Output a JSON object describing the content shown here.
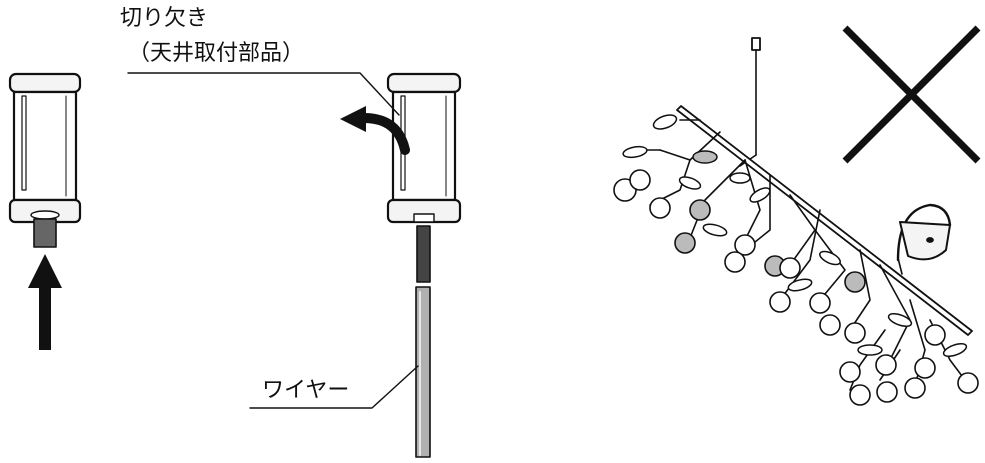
{
  "labels": {
    "notch_line1": "切り欠き",
    "notch_line2": "（天井取付部品）",
    "wire": "ワイヤー"
  },
  "icons": {
    "push_up_arrow": "arrow-up-icon",
    "rotate_arrow": "curved-arrow-icon",
    "prohibited_mark": "cross-mark-icon"
  },
  "colors": {
    "ink": "#111111",
    "fill_light": "#f4f4f4",
    "fill_grey": "#b0b0b0",
    "fill_dark": "#444444"
  }
}
